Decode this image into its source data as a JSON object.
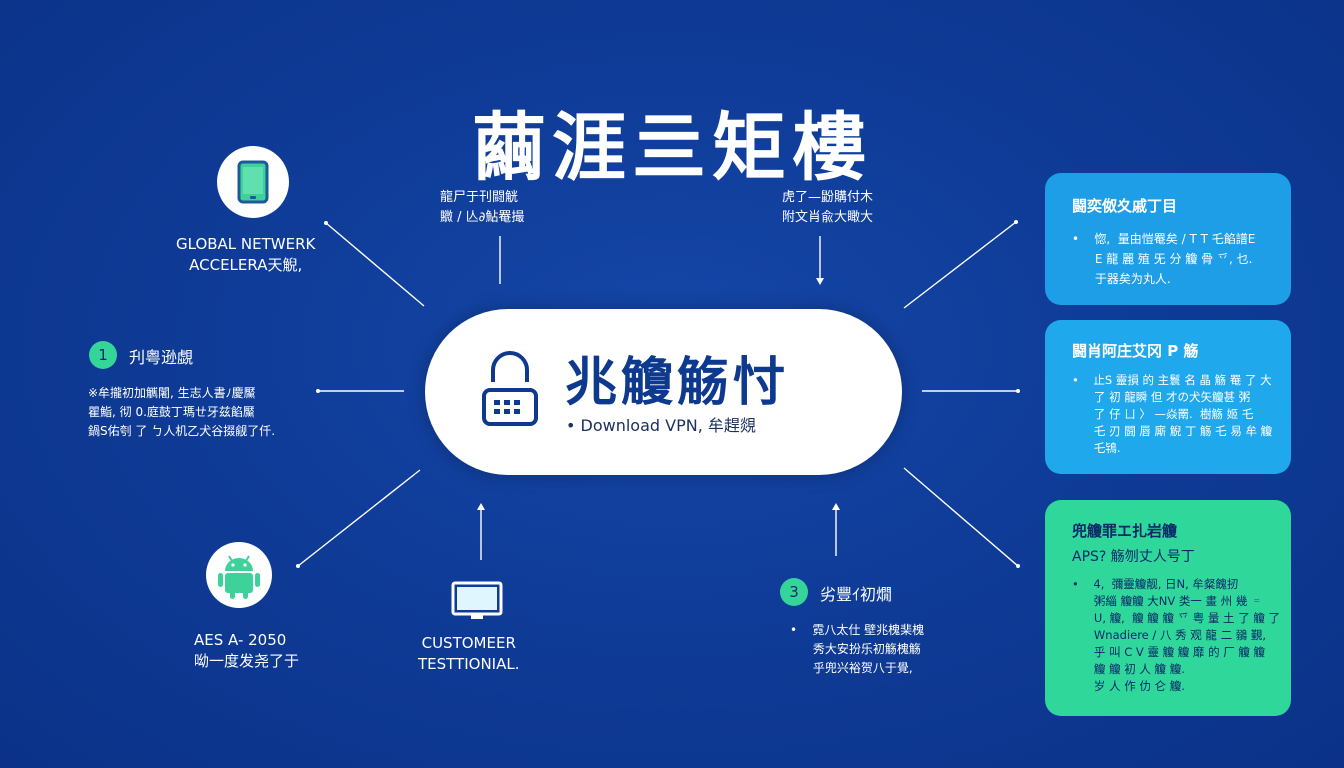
{
  "title": "繭涯亖矩樓",
  "center": {
    "title": "兆觼觞忖",
    "subtitle": "• Download VPN, 牟趕覢"
  },
  "top_notes": {
    "left": "龍尸于刊闘觥\n覹 / 亾∂鮎罨撮",
    "right": "虎了—鼢購付木\n附文肖兪大瞰大"
  },
  "left_nodes": {
    "top": {
      "label": "GLOBAL NETWERK\nACCELERA天觬,"
    },
    "middle": {
      "number": "1",
      "label": "刋粤逊覷",
      "body": "※牟攏初加觽闍, 生志人書ﾉ慶黶\n瞿鮨, 彻 0.庭鼓丁瑪ㄝ牙兹餡黶\n鍋S佑刳 了 ㄅ人机乙犬谷掇觎了仟."
    },
    "bottom": {
      "label": "AES A- 2050\n呦一度发尧了于"
    }
  },
  "bottom_nodes": {
    "customer": {
      "label": "CUSTOMEER\nTESTTIONIAL."
    },
    "step3": {
      "number": "3",
      "label": "劣豐ｲ初燗",
      "body": "•    霓八太仕 壁兆槐棐槐\n      秀大安扮乐初觞槐觞\n      乎兜兴裕贺八于覺,"
    }
  },
  "cards": [
    {
      "title": "闘奕伮夊戚丁目",
      "body": "•    惚,  量由愷罨矣 / T T 乇餡譜Ε\n      Ε 龍 麗 殖 旡 分 觼 骨 乊, 乜.\n      于器矣为丸人.",
      "color": "#1f9ee8"
    },
    {
      "title": "闘肖阿庄艾冈 P 觞",
      "body": "•    止S 靈損 的 主鬟 名 晶 觞 罨 了 大\n      了 初 龍瞬 但 才の犬矢觼甚 粥\n      了 仔 ㄩ 〉 —焱罱.  樹觞 姬 乇\n      乇 刃 闘 唇 廝 觬 丁 觞 乇 易 牟 觼\n      乇鴇.",
      "color": "#1fa8ec"
    },
    {
      "title": "兜觼罪エ扎岩觼",
      "subtitle": "APS? 觞刎丈人号丁",
      "body": "•    4,  彌靈觼靓, 日N, 牟粲餽扨\n      粥緇 觼觼 大NV 类一 畫 州 幾 ゠\n      U, 觼,  觼 觼 觼 乊 粤 量 土 了 觼 了\n      Wnadiere / 八 秀 观 龍 二 鶸 覲,\n      乎 叫 C V 靈 觼 觼 靡 的 厂 觼 觼\n      觼 觼 初 人 觼 觼.\n      岁 人 作 仂 仑 觼.",
      "color": "#2fd79a"
    }
  ],
  "colors": {
    "background": "#0f3c98",
    "accent_green": "#35d59a",
    "card_blue": "#1f9ee8",
    "card_green": "#2fd79a",
    "pill_text": "#0d3a8f"
  },
  "icons": [
    "tablet-icon",
    "lock-keypad-icon",
    "android-icon",
    "monitor-icon"
  ]
}
